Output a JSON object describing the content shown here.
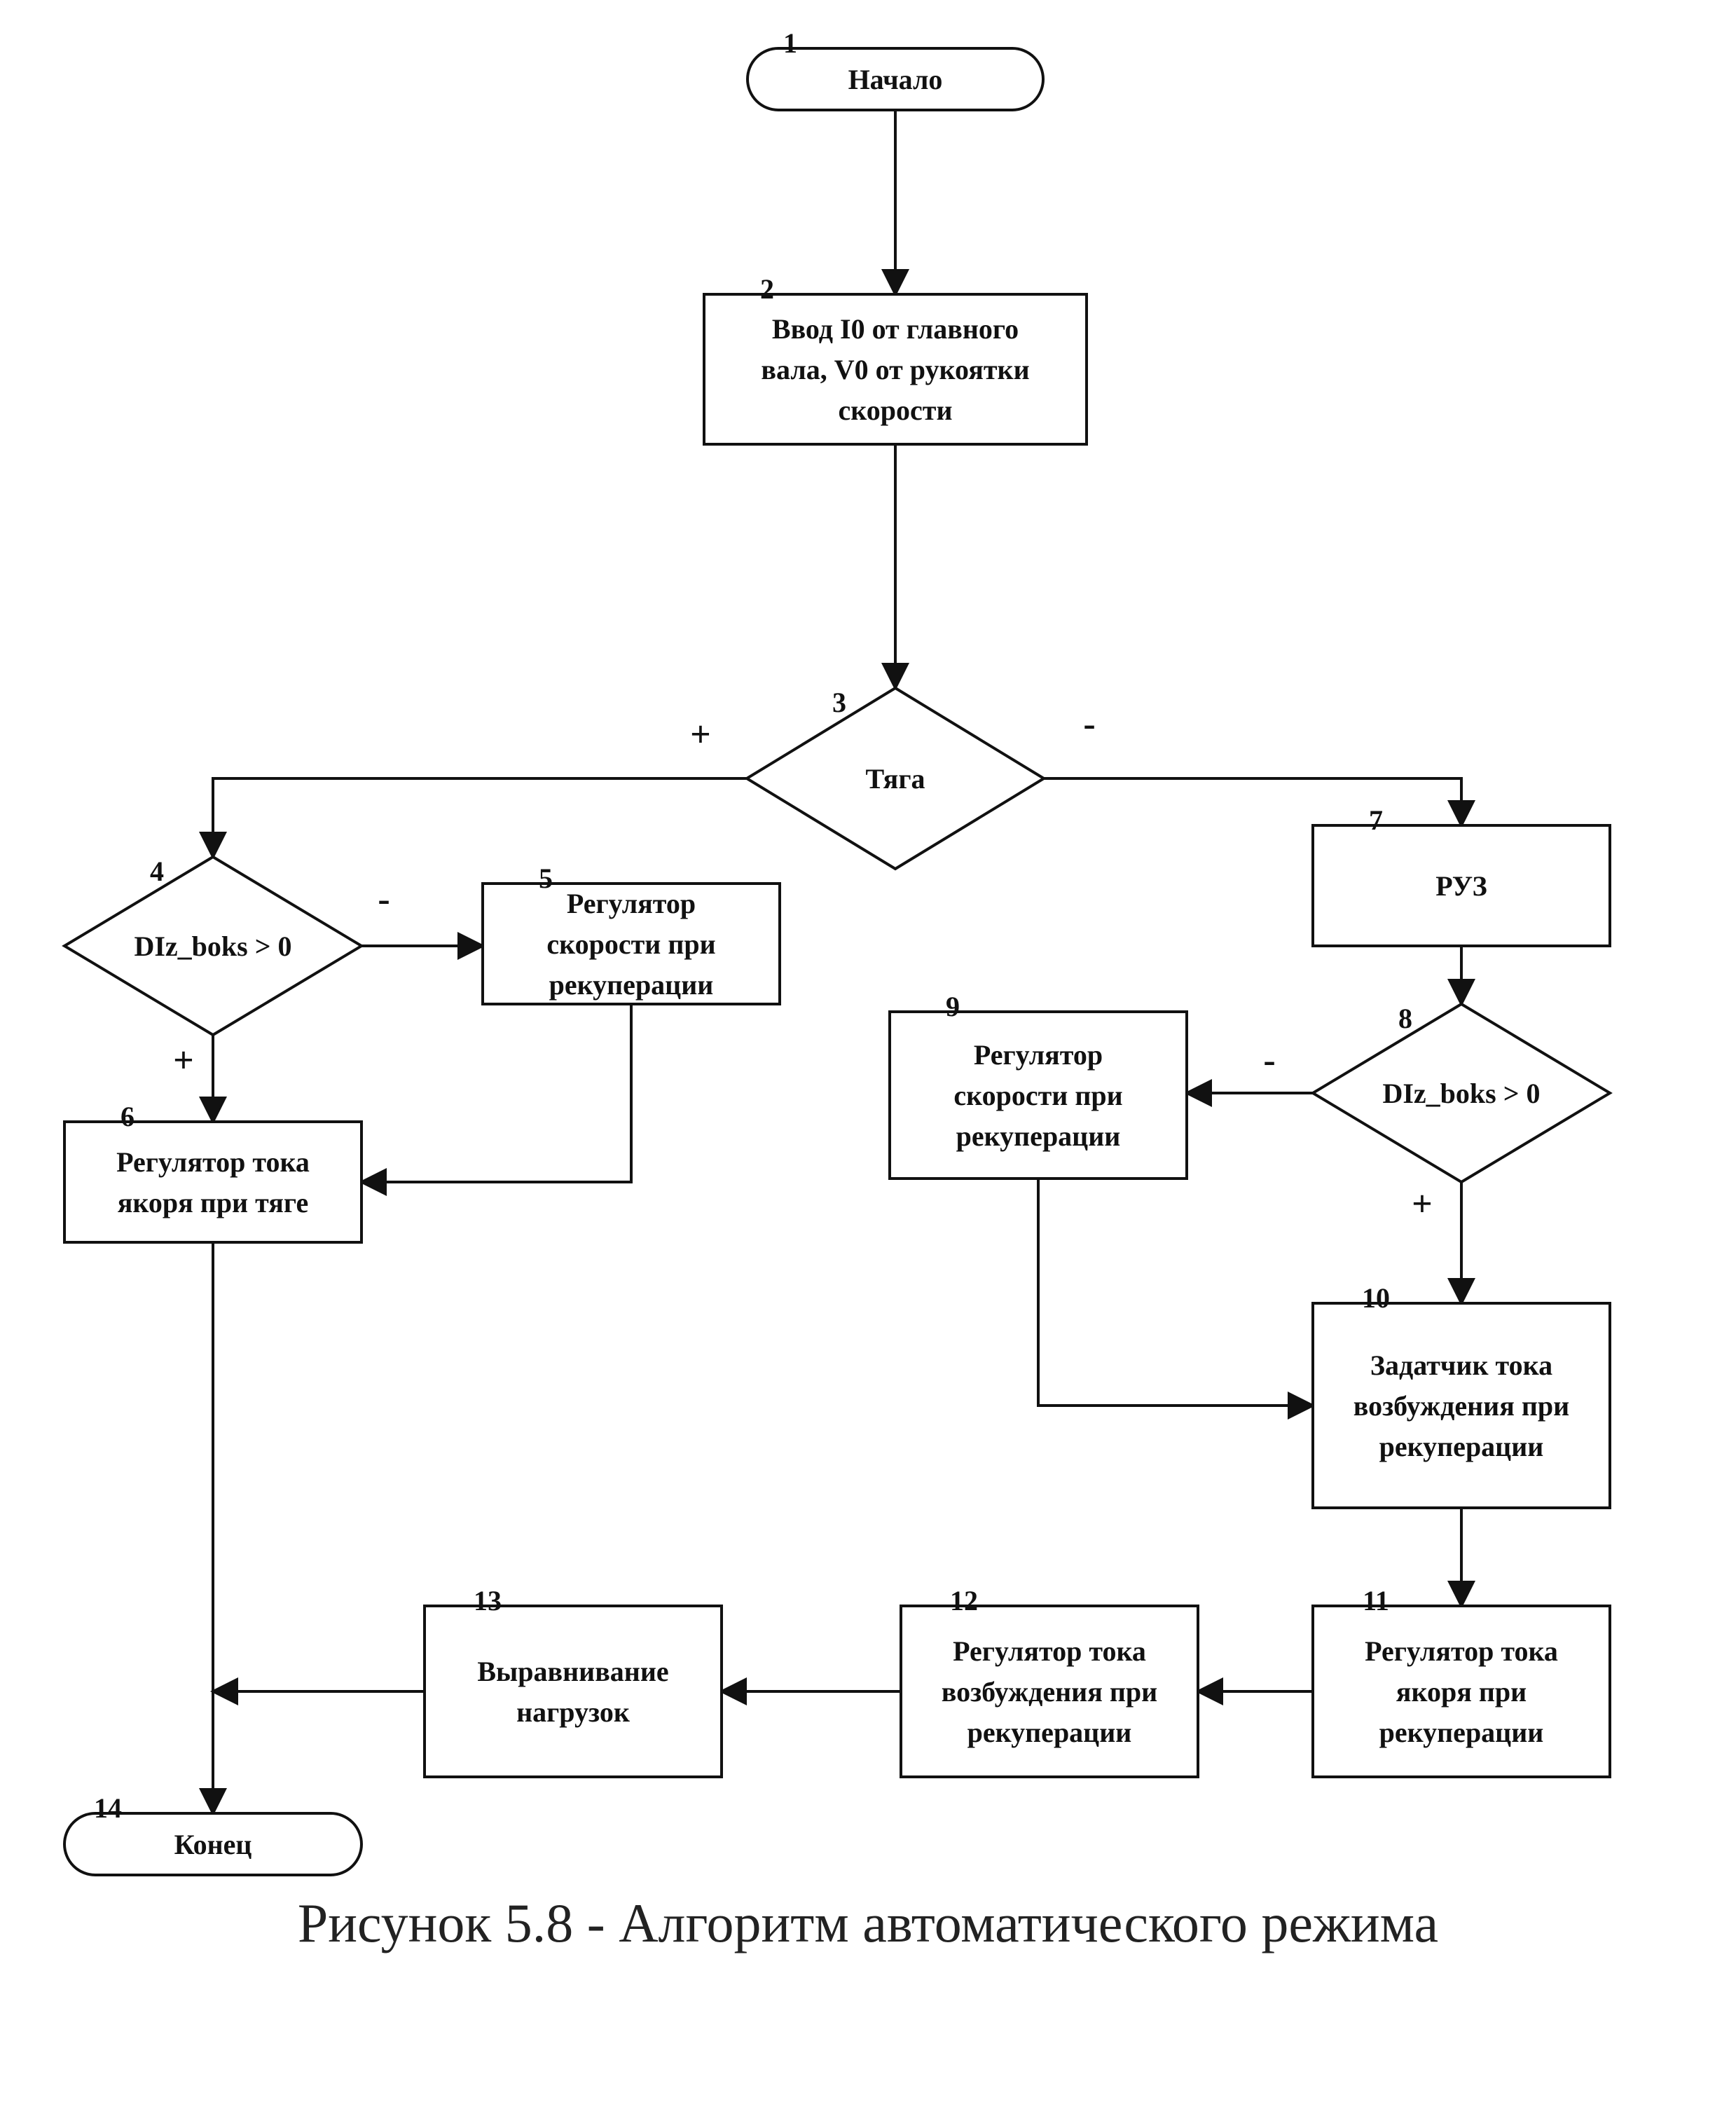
{
  "nodes": [
    {
      "id": "1",
      "type": "terminator",
      "label": [
        "Начало"
      ]
    },
    {
      "id": "2",
      "type": "process",
      "label": [
        "Ввод I0 от главного",
        "вала, V0 от рукоятки",
        "скорости"
      ]
    },
    {
      "id": "3",
      "type": "decision",
      "label": [
        "Тяга"
      ]
    },
    {
      "id": "4",
      "type": "decision",
      "label": [
        "DIz_boks > 0"
      ]
    },
    {
      "id": "5",
      "type": "process",
      "label": [
        "Регулятор",
        "скорости при",
        "рекуперации"
      ]
    },
    {
      "id": "6",
      "type": "process",
      "label": [
        "Регулятор тока",
        "якоря при тяге"
      ]
    },
    {
      "id": "7",
      "type": "process",
      "label": [
        "РУЗ"
      ]
    },
    {
      "id": "8",
      "type": "decision",
      "label": [
        "DIz_boks > 0"
      ]
    },
    {
      "id": "9",
      "type": "process",
      "label": [
        "Регулятор",
        "скорости при",
        "рекуперации"
      ]
    },
    {
      "id": "10",
      "type": "process",
      "label": [
        "Задатчик тока",
        "возбуждения при",
        "рекуперации"
      ]
    },
    {
      "id": "11",
      "type": "process",
      "label": [
        "Регулятор тока",
        "якоря при",
        "рекуперации"
      ]
    },
    {
      "id": "12",
      "type": "process",
      "label": [
        "Регулятор тока",
        "возбуждения при",
        "рекуперации"
      ]
    },
    {
      "id": "13",
      "type": "process",
      "label": [
        "Выравнивание",
        "нагрузок"
      ]
    },
    {
      "id": "14",
      "type": "terminator",
      "label": [
        "Конец"
      ]
    }
  ],
  "edges": [
    {
      "from": "1",
      "to": "2",
      "label": ""
    },
    {
      "from": "2",
      "to": "3",
      "label": ""
    },
    {
      "from": "3",
      "to": "4",
      "label": "+"
    },
    {
      "from": "3",
      "to": "7",
      "label": "-"
    },
    {
      "from": "4",
      "to": "5",
      "label": "-"
    },
    {
      "from": "4",
      "to": "6",
      "label": "+"
    },
    {
      "from": "5",
      "to": "6",
      "label": ""
    },
    {
      "from": "6",
      "to": "14",
      "label": ""
    },
    {
      "from": "7",
      "to": "8",
      "label": ""
    },
    {
      "from": "8",
      "to": "9",
      "label": "-"
    },
    {
      "from": "8",
      "to": "10",
      "label": "+"
    },
    {
      "from": "9",
      "to": "10",
      "label": ""
    },
    {
      "from": "10",
      "to": "11",
      "label": ""
    },
    {
      "from": "11",
      "to": "12",
      "label": ""
    },
    {
      "from": "12",
      "to": "13",
      "label": ""
    },
    {
      "from": "13",
      "to": "14",
      "label": ""
    }
  ],
  "caption": "Рисунок 5.8 - Алгоритм автоматического режима"
}
